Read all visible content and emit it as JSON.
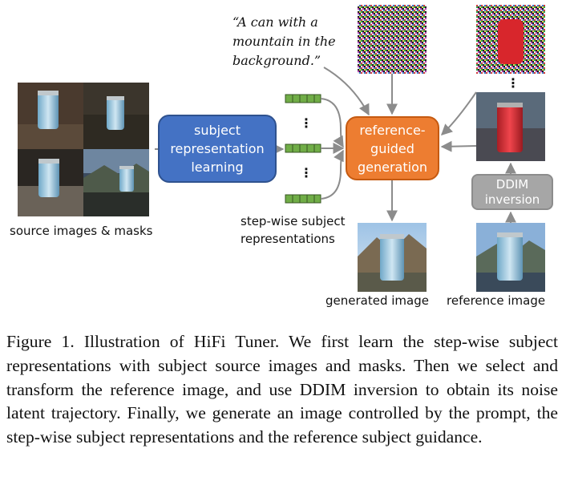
{
  "figure": {
    "prompt": "“A can with a\nmountain in the\nbackground.”",
    "subject_box": "subject\nrepresentation\nlearning",
    "generation_box": "reference-\nguided\ngeneration",
    "ddim_box": "DDIM\ninversion",
    "source_label": "source images & masks",
    "stepwise_label": "step-wise subject\nrepresentations",
    "generated_label": "generated image",
    "reference_label": "reference image",
    "dots": "⋮"
  },
  "caption": "Figure 1. Illustration of HiFi Tuner. We first learn the step-wise subject representations with subject source images and masks. Then we select and transform the reference image, and use DDIM inversion to obtain its noise latent trajectory. Finally, we generate an image controlled by the prompt, the step-wise subject representations and the reference subject guidance.",
  "colors": {
    "subject_box": "#4472c4",
    "generation_box": "#ed7d31",
    "ddim_box": "#a6a6a6",
    "token": "#70ad47",
    "arrow": "#8c8c8c"
  }
}
